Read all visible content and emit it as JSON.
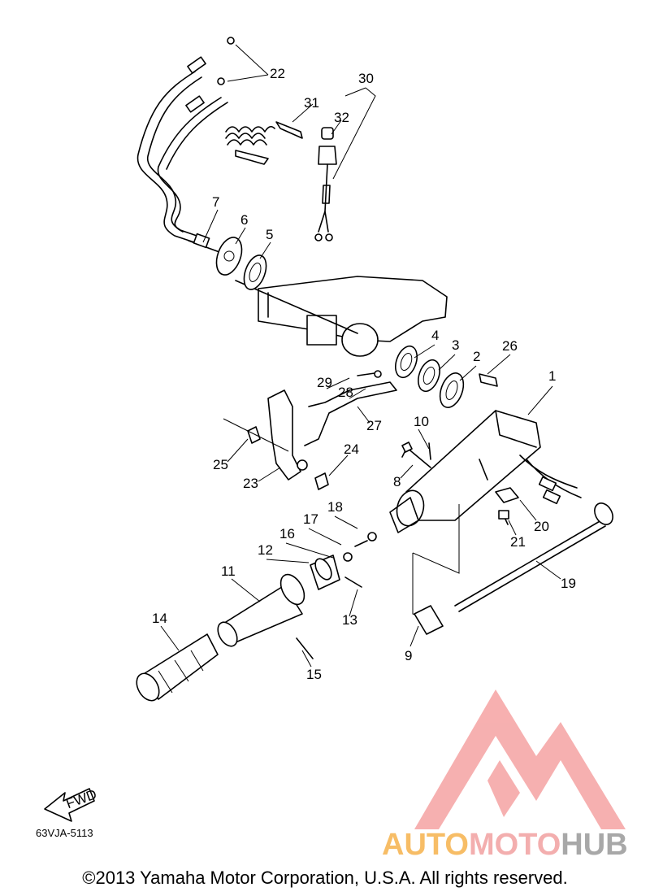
{
  "diagram": {
    "part_numbers": [
      "1",
      "2",
      "3",
      "4",
      "5",
      "6",
      "7",
      "8",
      "9",
      "10",
      "11",
      "12",
      "13",
      "14",
      "15",
      "16",
      "17",
      "18",
      "19",
      "20",
      "21",
      "22",
      "23",
      "24",
      "25",
      "26",
      "27",
      "28",
      "29",
      "30",
      "31",
      "32"
    ],
    "fwd_label": "FWD",
    "drawing_code": "63VJA-5113"
  },
  "footer": {
    "copyright": "©2013 Yamaha Motor Corporation, U.S.A. All rights reserved."
  },
  "watermark": {
    "part1": "AUTO",
    "part2": "MOTO",
    "part3": "HUB",
    "colors": {
      "auto": "#f6b24c",
      "moto": "#f2a1a1",
      "hub": "#9a9a9a",
      "logo": "#f07070"
    }
  }
}
